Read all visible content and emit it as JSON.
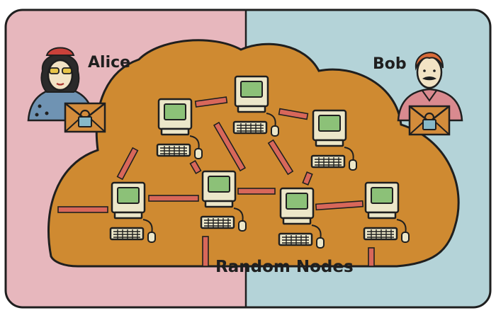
{
  "labels": {
    "alice": "Alice",
    "bob": "Bob",
    "cloud": "Random Nodes"
  },
  "colors": {
    "left_panel": "#e7b7bd",
    "right_panel": "#b4d3d8",
    "cloud": "#cf8a31",
    "link": "#d8675a",
    "outline": "#1f1f1f",
    "computer_body": "#ece7c9",
    "screen": "#8cc178",
    "envelope": "#d38c3b",
    "lock": "#87b9c8"
  },
  "icons": {
    "node": "computer-icon",
    "message": "locked-envelope-icon",
    "person_left": "alice-avatar",
    "person_right": "bob-avatar"
  },
  "node_count": 7
}
